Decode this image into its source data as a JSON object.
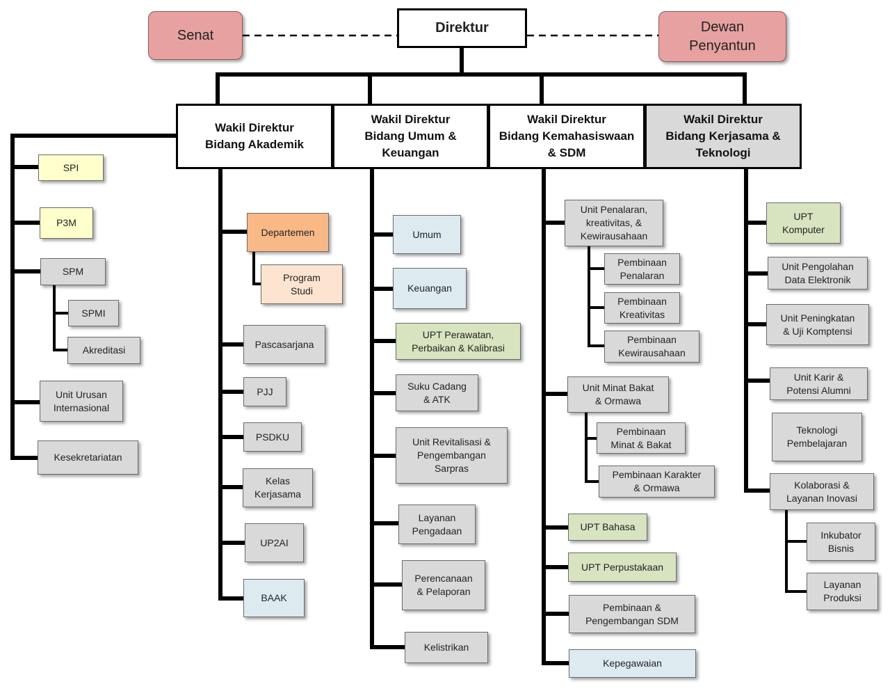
{
  "chart": {
    "top": {
      "senat": "Senat",
      "direktur": "Direktur",
      "dewan": "Dewan\nPenyantun"
    },
    "vices": {
      "akademik": "Wakil Direktur\nBidang Akademik",
      "umum": "Wakil Direktur\nBidang Umum &\nKeuangan",
      "kemahasiswaan": "Wakil Direktur\nBidang Kemahasiswaan\n& SDM",
      "kerjasama": "Wakil Direktur\nBidang Kerjasama &\nTeknologi"
    },
    "direct": {
      "spi": "SPI",
      "p3m": "P3M",
      "spm": "SPM",
      "spmi": "SPMI",
      "akreditasi": "Akreditasi",
      "urusan_internasional": "Unit Urusan\nInternasional",
      "kesekretariatan": "Kesekretariatan"
    },
    "akademik": {
      "departemen": "Departemen",
      "program_studi": "Program\nStudi",
      "pascasarjana": "Pascasarjana",
      "pjj": "PJJ",
      "psdku": "PSDKU",
      "kelas_kerjasama": "Kelas\nKerjasama",
      "up2ai": "UP2AI",
      "baak": "BAAK"
    },
    "umum": {
      "umum": "Umum",
      "keuangan": "Keuangan",
      "upt_perawatan": "UPT Perawatan,\nPerbaikan & Kalibrasi",
      "suku_cadang": "Suku Cadang\n& ATK",
      "revitalisasi": "Unit Revitalisasi &\nPengembangan\nSarpras",
      "layanan_pengadaan": "Layanan\nPengadaan",
      "perencanaan": "Perencanaan\n& Pelaporan",
      "kelistrikan": "Kelistrikan"
    },
    "kemahasiswaan": {
      "penalaran": "Unit Penalaran,\nkreativitas, &\nKewirausahaan",
      "pembinaan_penalaran": "Pembinaan\nPenalaran",
      "pembinaan_kreativitas": "Pembinaan\nKreativitas",
      "pembinaan_kewirausahaan": "Pembinaan\nKewirausahaan",
      "minat_bakat": "Unit Minat Bakat\n&  Ormawa",
      "pembinaan_minat": "Pembinaan\nMinat & Bakat",
      "pembinaan_karakter": "Pembinaan  Karakter\n& Ormawa",
      "upt_bahasa": "UPT Bahasa",
      "upt_perpustakaan": "UPT Perpustakaan",
      "pengembangan_sdm": "Pembinaan &\nPengembangan SDM",
      "kepegawaian": "Kepegawaian"
    },
    "kerjasama": {
      "upt_komputer": "UPT\nKomputer",
      "pengolahan_data": "Unit Pengolahan\nData Elektronik",
      "peningkatan": "Unit Peningkatan\n& Uji Komptensi",
      "karir": "Unit Karir &\nPotensi Alumni",
      "teknologi_pembelajaran": "Teknologi\nPembelajaran",
      "kolaborasi": "Kolaborasi &\nLayanan Inovasi",
      "inkubator": "Inkubator\nBisnis",
      "layanan_produksi": "Layanan\nProduksi"
    }
  }
}
